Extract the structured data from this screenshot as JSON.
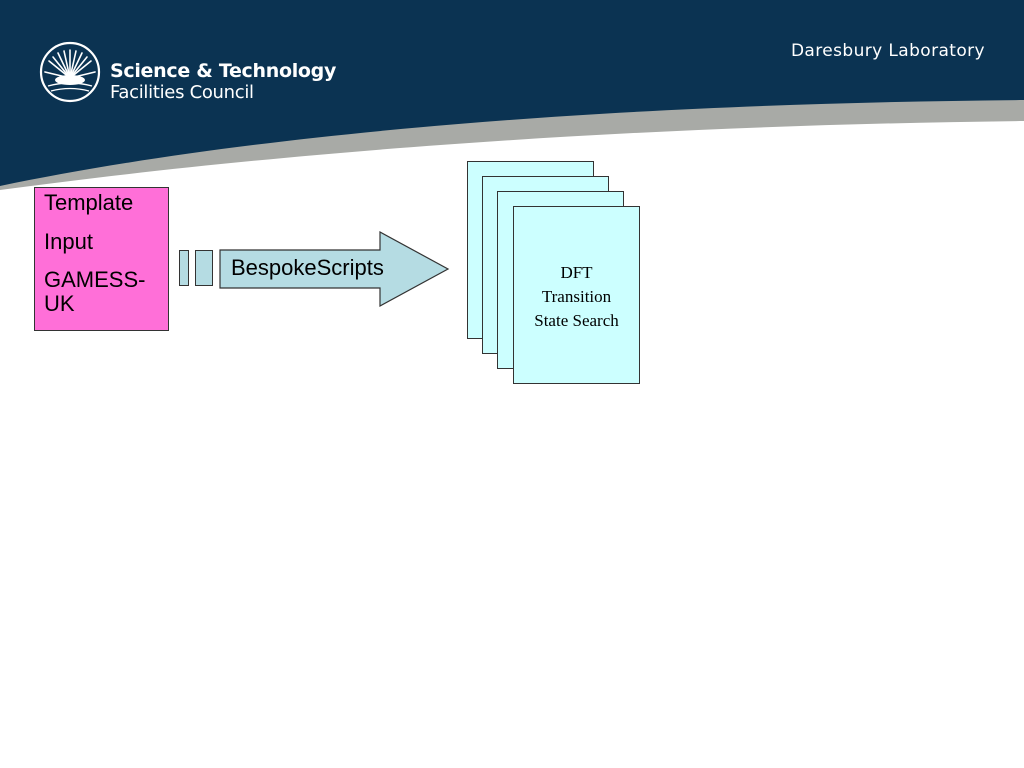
{
  "header": {
    "logo_line1": "Science & Technology",
    "logo_line2": "Facilities Council",
    "site_name": "Daresbury Laboratory",
    "colors": {
      "band": "#0b3352",
      "swoosh": "#a8aaa6"
    }
  },
  "diagram": {
    "input_box": {
      "lines": [
        "Template",
        "Input",
        "GAMESS-UK"
      ],
      "color": "#ff6fd8"
    },
    "arrow_label": "BespokeScripts",
    "arrow_color": "#b5dce3",
    "card_stack": {
      "count": 4,
      "front_card_lines": [
        "DFT",
        "Transition",
        "State Search"
      ],
      "color": "#ccffff"
    }
  }
}
